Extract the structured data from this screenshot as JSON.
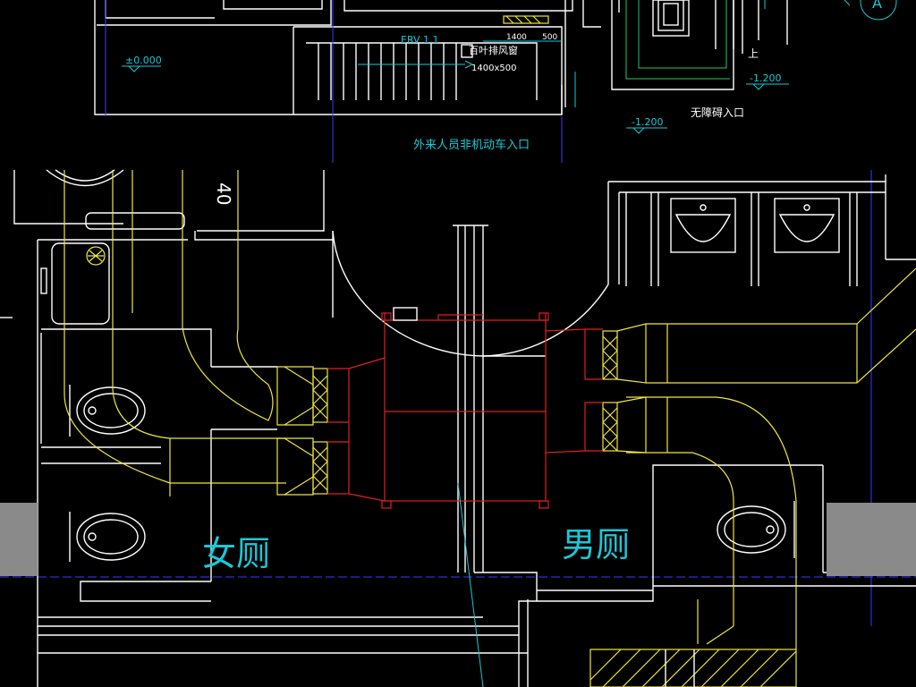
{
  "labels": {
    "elev_zero": "±0.000",
    "elev_neg_1": "-1.200",
    "elev_neg_2": "-1.200",
    "entrance_visitor": "外来人员非机动车入口",
    "entrance_accessible": "无障碍入口",
    "erv": "ERV 1.1",
    "louver": "百叶排风窗",
    "louver_size": "1400x500",
    "dim_1400": "1400",
    "dim_500": "500",
    "up_mark": "上",
    "axis_a": "A",
    "axis_40": "40",
    "womens_toilet": "女厕",
    "mens_toilet": "男厕"
  },
  "colors": {
    "wall": "#ffffff",
    "duct": "#f0e640",
    "equipment": "#e02020",
    "axis": "#3a3aff",
    "annotation": "#19c9d8",
    "column_fill": "#8a8a8a"
  }
}
